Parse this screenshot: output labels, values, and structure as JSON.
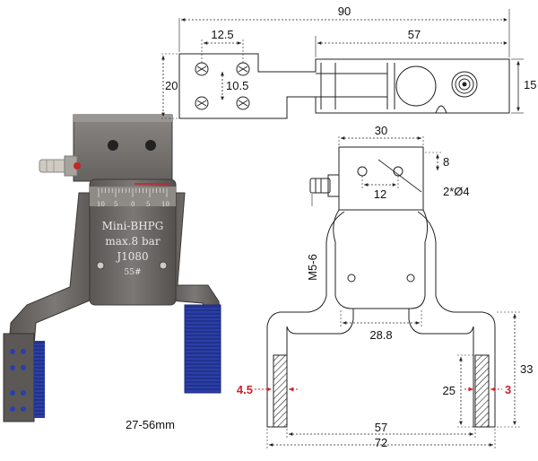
{
  "photo": {
    "engraving": {
      "model": "Mini-BHPG",
      "pressure": "max.8 bar",
      "code": "J1080",
      "number": "55#"
    },
    "scale_labels": [
      "10",
      "5",
      "0",
      "5",
      "10"
    ]
  },
  "caption": "27-56mm",
  "top_view": {
    "overall_width": "90",
    "hole_spacing_x": "12.5",
    "hole_spacing_y": "10.5",
    "height": "20",
    "body_length": "57",
    "body_height": "15"
  },
  "front_view": {
    "body_width": "30",
    "hole_offset_y": "8",
    "hole_offset_x": "12",
    "hole_spec": "2*Ø4",
    "port": "M5-6",
    "inner_width": "28.8",
    "jaw_height": "33",
    "jaw_face_height": "25",
    "jaw_gap": "57",
    "overall_width": "72",
    "left_jaw_thickness": "4.5",
    "right_jaw_thickness": "3"
  },
  "colors": {
    "line": "#222222",
    "red_dim": "#d0202a",
    "metal_dark": "#4d4a48",
    "metal_mid": "#6e6a67",
    "metal_light": "#8c8885",
    "pad_blue": "#2b3fa8"
  }
}
